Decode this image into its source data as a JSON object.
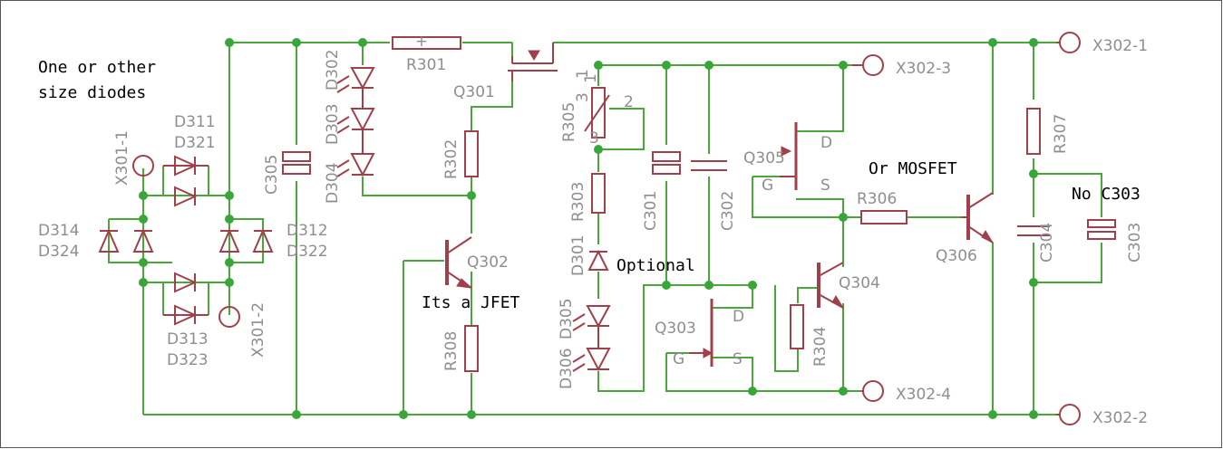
{
  "labels": {
    "R301": "R301",
    "R302": "R302",
    "R303": "R303",
    "R304": "R304",
    "R305": "R305",
    "R306": "R306",
    "R307": "R307",
    "R308": "R308",
    "Q301": "Q301",
    "Q302": "Q302",
    "Q303": "Q303",
    "Q304": "Q304",
    "Q305": "Q305",
    "Q306": "Q306",
    "C301": "C301",
    "C302": "C302",
    "C303": "C303",
    "C304": "C304",
    "C305": "C305",
    "D301": "D301",
    "D302": "D302",
    "D303": "D303",
    "D304": "D304",
    "D305": "D305",
    "D306": "D306",
    "D311": "D311",
    "D312": "D312",
    "D313": "D313",
    "D314": "D314",
    "D321": "D321",
    "D322": "D322",
    "D323": "D323",
    "D324": "D324",
    "X301_1": "X301-1",
    "X301_2": "X301-2",
    "X302_1": "X302-1",
    "X302_2": "X302-2",
    "X302_3": "X302-3",
    "X302_4": "X302-4",
    "pin_1": "1",
    "pin_2": "2",
    "pin_3": "3",
    "pin_3b": "3",
    "pin_1b": "1",
    "pin_D305": "D",
    "pin_S305": "S",
    "pin_G305": "G",
    "pin_D303": "D",
    "pin_S303": "S",
    "pin_G303": "G"
  },
  "notes": {
    "diodes_1": "One or other",
    "diodes_2": "size diodes",
    "jfet": "Its a JFET",
    "optional": "Optional",
    "mosfet": "Or MOSFET",
    "no_c303": "No C303"
  },
  "colors": {
    "wire": "#4aa83a",
    "component": "#a0404a",
    "label": "#8e8e8e"
  }
}
